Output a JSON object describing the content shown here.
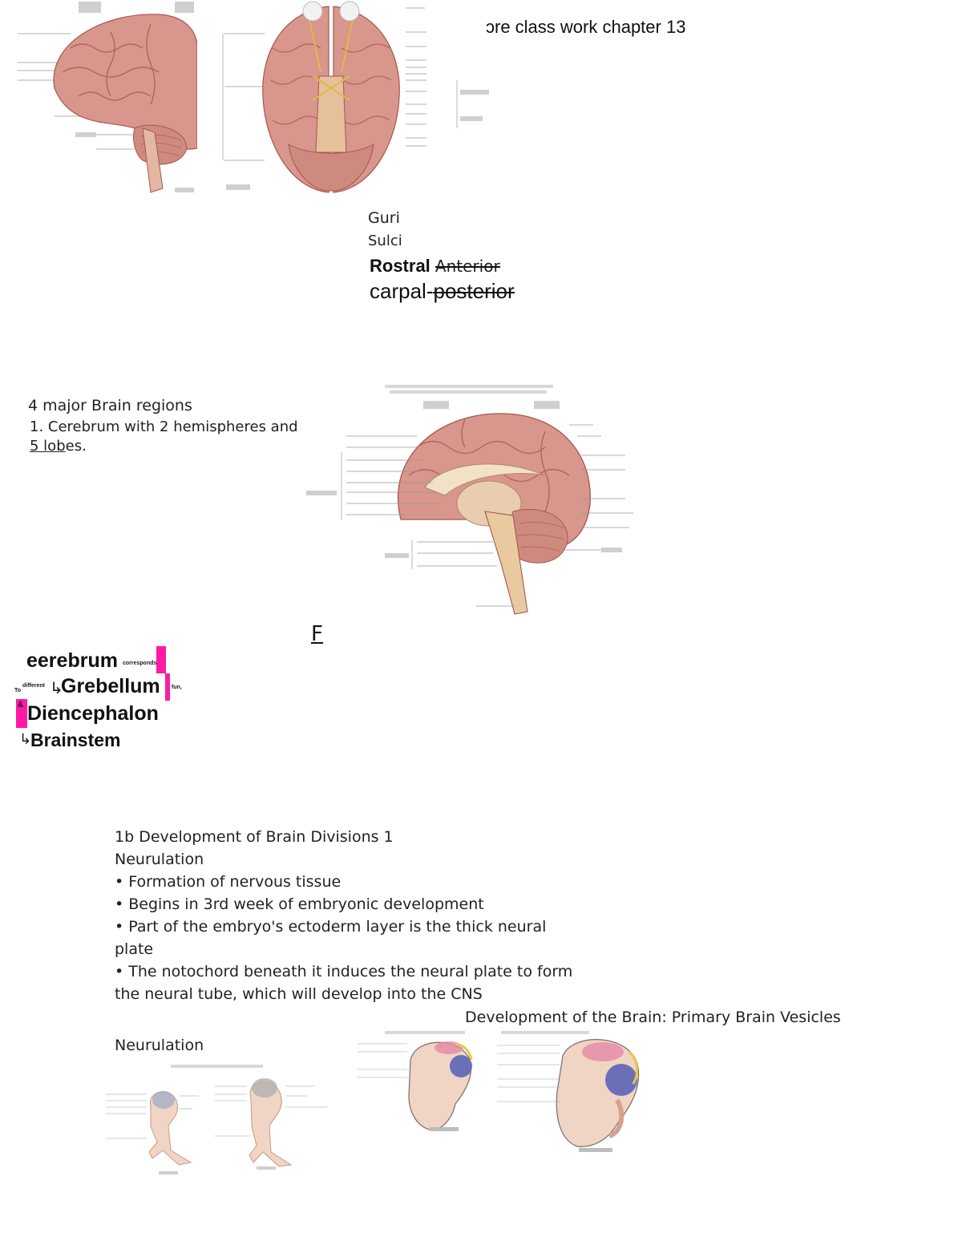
{
  "header": {
    "title": "ɔre class work chapter 13"
  },
  "notes_top": {
    "guri": "Guri",
    "sulci": "Sulci",
    "rostral": "Rostral",
    "anterior_struck": "Anterior",
    "carpal": "carpal-",
    "posterior_struck": "posterior"
  },
  "regions": {
    "heading": "4 major Brain regions",
    "item1": "1. Cerebrum with 2 hemispheres and",
    "lobes_underlined": "5 lob",
    "lobes_rest": "es."
  },
  "handwritten": {
    "f_mark": "F",
    "cerebrum": "eerebrum",
    "cerebrum_note": "corresponds",
    "to_small": "To",
    "different_small": "different",
    "arrow": "↳",
    "cerebellum": "Grebellum",
    "fun_small": "fun,",
    "amp_small": "&",
    "diencephalon": "Diencephalon",
    "brainstem": "Brainstem"
  },
  "development": {
    "title": "1b Development of Brain Divisions 1",
    "subtitle": "Neurulation",
    "b1": "• Formation of nervous tissue",
    "b2": "• Begins in 3rd week of embryonic development",
    "b3a": "• Part of the embryo's ectoderm layer is the thick neural",
    "b3b": "plate",
    "b4a": "• The notochord beneath it induces the neural plate to form",
    "b4b": "the neural tube, which will develop into the CNS"
  },
  "vesicles": {
    "title": "Development of the Brain: Primary Brain Vesicles",
    "neurulation_label": "Neurulation"
  },
  "colors": {
    "brain_fill": "#d9968c",
    "brain_stroke": "#a3574f",
    "highlight": "#ff1aa6",
    "stem": "#e8c9a0"
  }
}
